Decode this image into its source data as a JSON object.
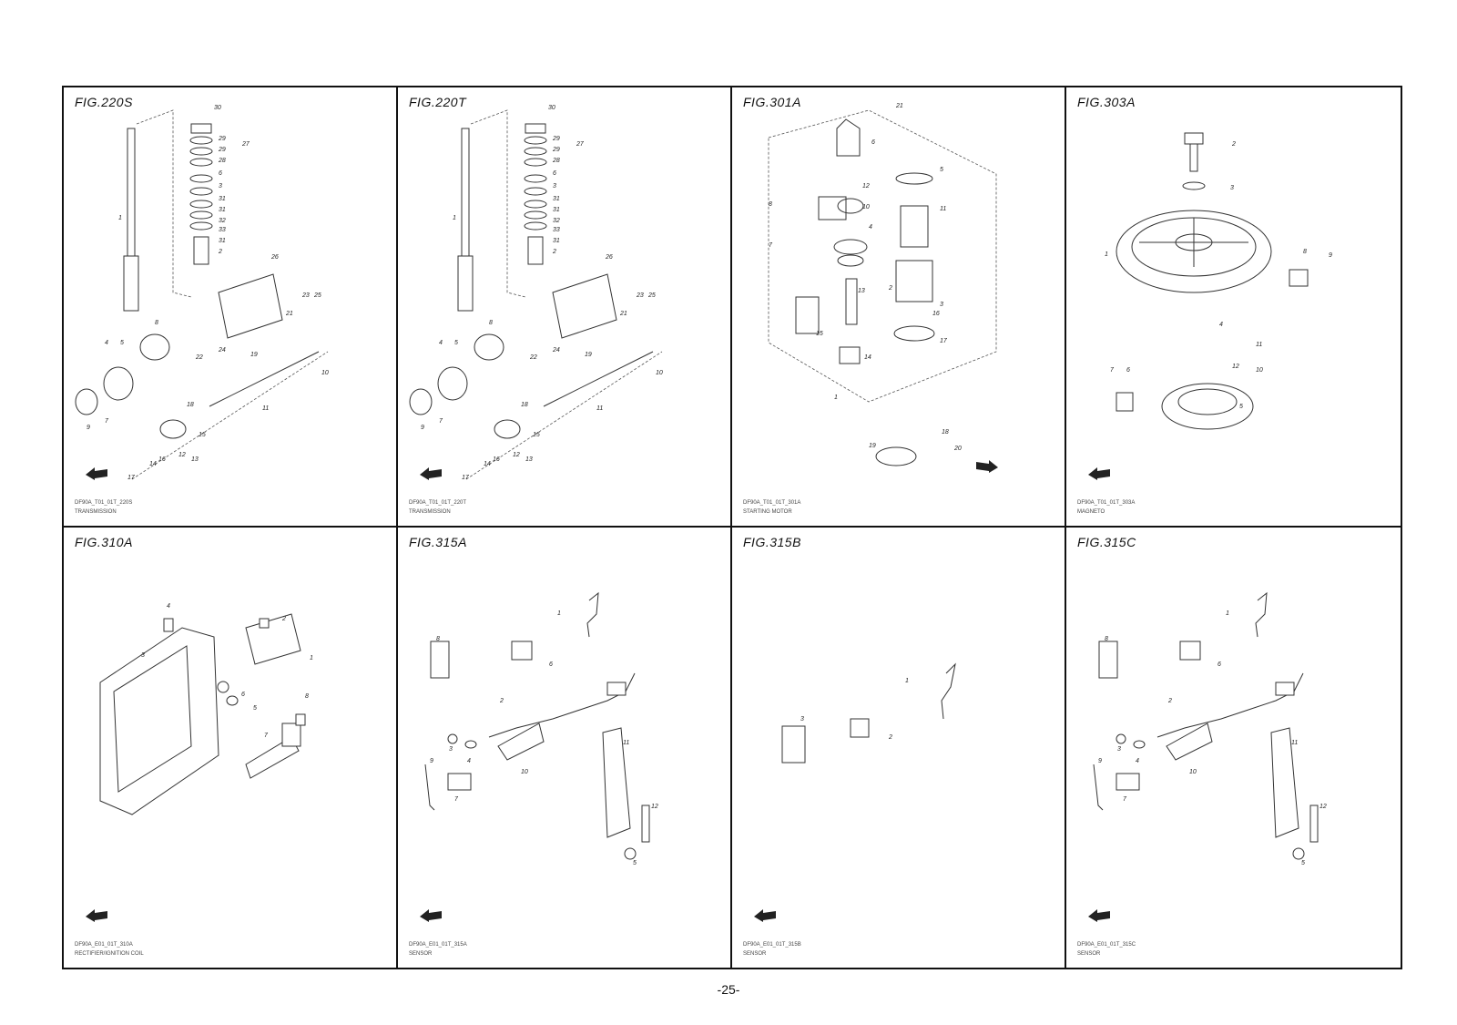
{
  "page_number": "-25-",
  "figures": [
    {
      "title": "FIG.220S",
      "code": "DF90A_T01_01T_220S",
      "name": "TRANSMISSION",
      "callouts": [
        "30",
        "27",
        "29",
        "29",
        "28",
        "6",
        "3",
        "31",
        "31",
        "32",
        "33",
        "31",
        "2",
        "1",
        "26",
        "23",
        "21",
        "24",
        "25",
        "22",
        "8",
        "4",
        "5",
        "19",
        "10",
        "9",
        "7",
        "11",
        "18",
        "15",
        "17",
        "14",
        "16",
        "12",
        "13"
      ]
    },
    {
      "title": "FIG.220T",
      "code": "DF90A_T01_01T_220T",
      "name": "TRANSMISSION",
      "callouts": [
        "30",
        "27",
        "29",
        "29",
        "28",
        "6",
        "3",
        "31",
        "31",
        "32",
        "33",
        "31",
        "2",
        "1",
        "26",
        "23",
        "21",
        "24",
        "25",
        "22",
        "8",
        "4",
        "5",
        "19",
        "10",
        "9",
        "7",
        "11",
        "18",
        "15",
        "17",
        "14",
        "16",
        "12",
        "13"
      ]
    },
    {
      "title": "FIG.301A",
      "code": "DF90A_T01_01T_301A",
      "name": "STARTING MOTOR",
      "callouts": [
        "21",
        "6",
        "5",
        "12",
        "11",
        "8",
        "10",
        "4",
        "7",
        "13",
        "2",
        "3",
        "16",
        "15",
        "14",
        "17",
        "1",
        "18",
        "19",
        "20"
      ]
    },
    {
      "title": "FIG.303A",
      "code": "DF90A_T01_01T_303A",
      "name": "MAGNETO",
      "callouts": [
        "2",
        "3",
        "1",
        "8",
        "9",
        "4",
        "11",
        "12",
        "10",
        "7",
        "6",
        "5"
      ]
    },
    {
      "title": "FIG.310A",
      "code": "DF90A_E01_01T_310A",
      "name": "RECTIFIER/IGNITION COIL",
      "callouts": [
        "4",
        "2",
        "3",
        "1",
        "6",
        "5",
        "8",
        "7"
      ]
    },
    {
      "title": "FIG.315A",
      "code": "DF90A_E01_01T_315A",
      "name": "SENSOR",
      "callouts": [
        "1",
        "8",
        "6",
        "2",
        "3",
        "4",
        "9",
        "10",
        "11",
        "7",
        "12",
        "5"
      ]
    },
    {
      "title": "FIG.315B",
      "code": "DF90A_E01_01T_315B",
      "name": "SENSOR",
      "callouts": [
        "1",
        "3",
        "2"
      ]
    },
    {
      "title": "FIG.315C",
      "code": "DF90A_E01_01T_315C",
      "name": "SENSOR",
      "callouts": [
        "1",
        "8",
        "6",
        "2",
        "3",
        "4",
        "9",
        "10",
        "11",
        "7",
        "12",
        "5"
      ]
    }
  ]
}
